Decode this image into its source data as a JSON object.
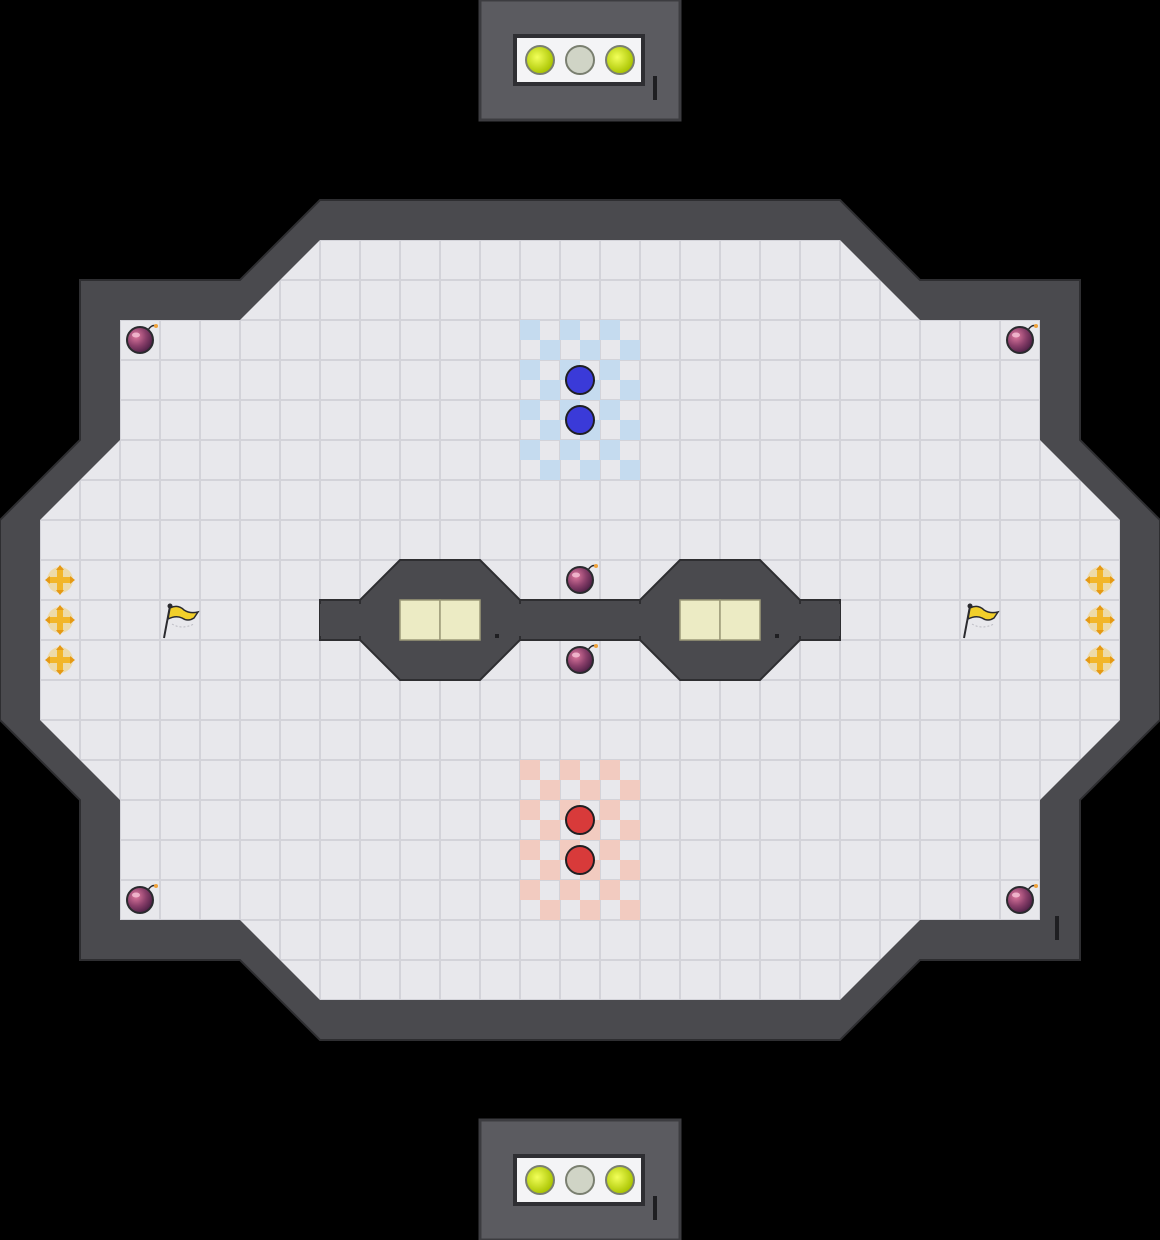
{
  "game": {
    "title": "",
    "team_a_color": "#3a3ad8",
    "team_b_color": "#d83a3a",
    "floor_color": "#e6e6ea",
    "wall_color": "#4a4a4e"
  },
  "scoreboards": [
    {
      "id": "top",
      "lights": [
        "on",
        "off",
        "on"
      ]
    },
    {
      "id": "bottom",
      "lights": [
        "on",
        "off",
        "on"
      ]
    }
  ],
  "players": [
    {
      "team": "blue",
      "label": ""
    },
    {
      "team": "blue",
      "label": ""
    },
    {
      "team": "red",
      "label": ""
    },
    {
      "team": "red",
      "label": ""
    }
  ],
  "items": {
    "bombs": 6,
    "flags": 2,
    "boosts": 6,
    "gates": 4
  },
  "icons": [
    "bomb-icon",
    "flag-icon",
    "boost-icon",
    "player-ball-icon",
    "gate-icon"
  ]
}
